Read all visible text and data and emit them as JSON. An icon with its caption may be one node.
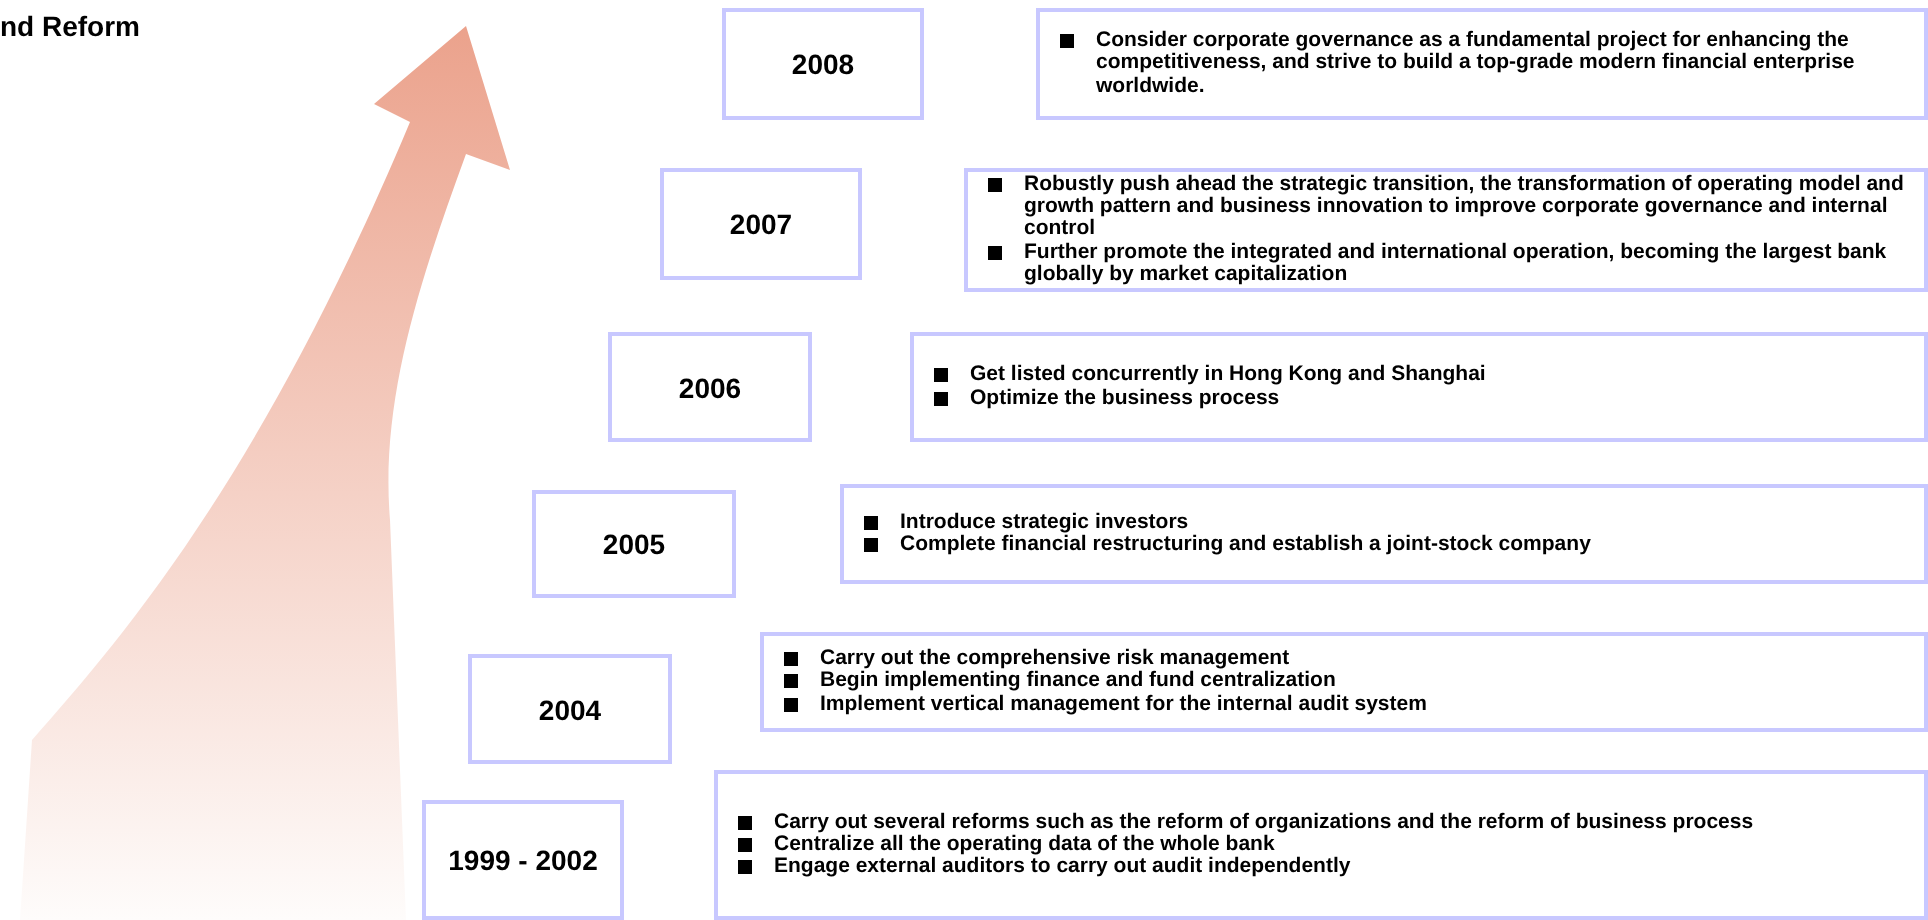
{
  "diagram": {
    "title": "nd Reform",
    "nodes": [
      {
        "text": [
          "2008"
        ]
      },
      {
        "text": [
          "Consider corporate governance as a fundamental project for enhancing the competitiveness, and strive to build a top-grade modern financial enterprise worldwide."
        ]
      },
      {
        "text": [
          "2007"
        ]
      },
      {
        "text": [
          "Robustly push ahead the strategic transition, the transformation of operating model and growth pattern and business innovation to improve corporate governance and internal control",
          "Further promote the integrated and international operation, becoming the largest bank globally by market capitalization"
        ]
      },
      {
        "text": [
          "2006"
        ]
      },
      {
        "text": [
          "Get listed concurrently in Hong Kong and Shanghai",
          "Optimize the business process"
        ]
      },
      {
        "text": [
          "2005"
        ]
      },
      {
        "text": [
          "Introduce strategic investors",
          "Complete financial restructuring and establish a joint-stock company"
        ]
      },
      {
        "text": [
          "2004"
        ]
      },
      {
        "text": [
          "Carry out the comprehensive risk management",
          "Begin implementing finance and fund centralization",
          "Implement vertical management for the internal audit system"
        ]
      },
      {
        "text": [
          "1999 - 2002"
        ]
      },
      {
        "text": [
          "Carry out several reforms such as the reform of organizations and the reform of business process",
          "Centralize all the operating data of the whole bank",
          "Engage external auditors to carry out audit independently"
        ]
      }
    ]
  }
}
